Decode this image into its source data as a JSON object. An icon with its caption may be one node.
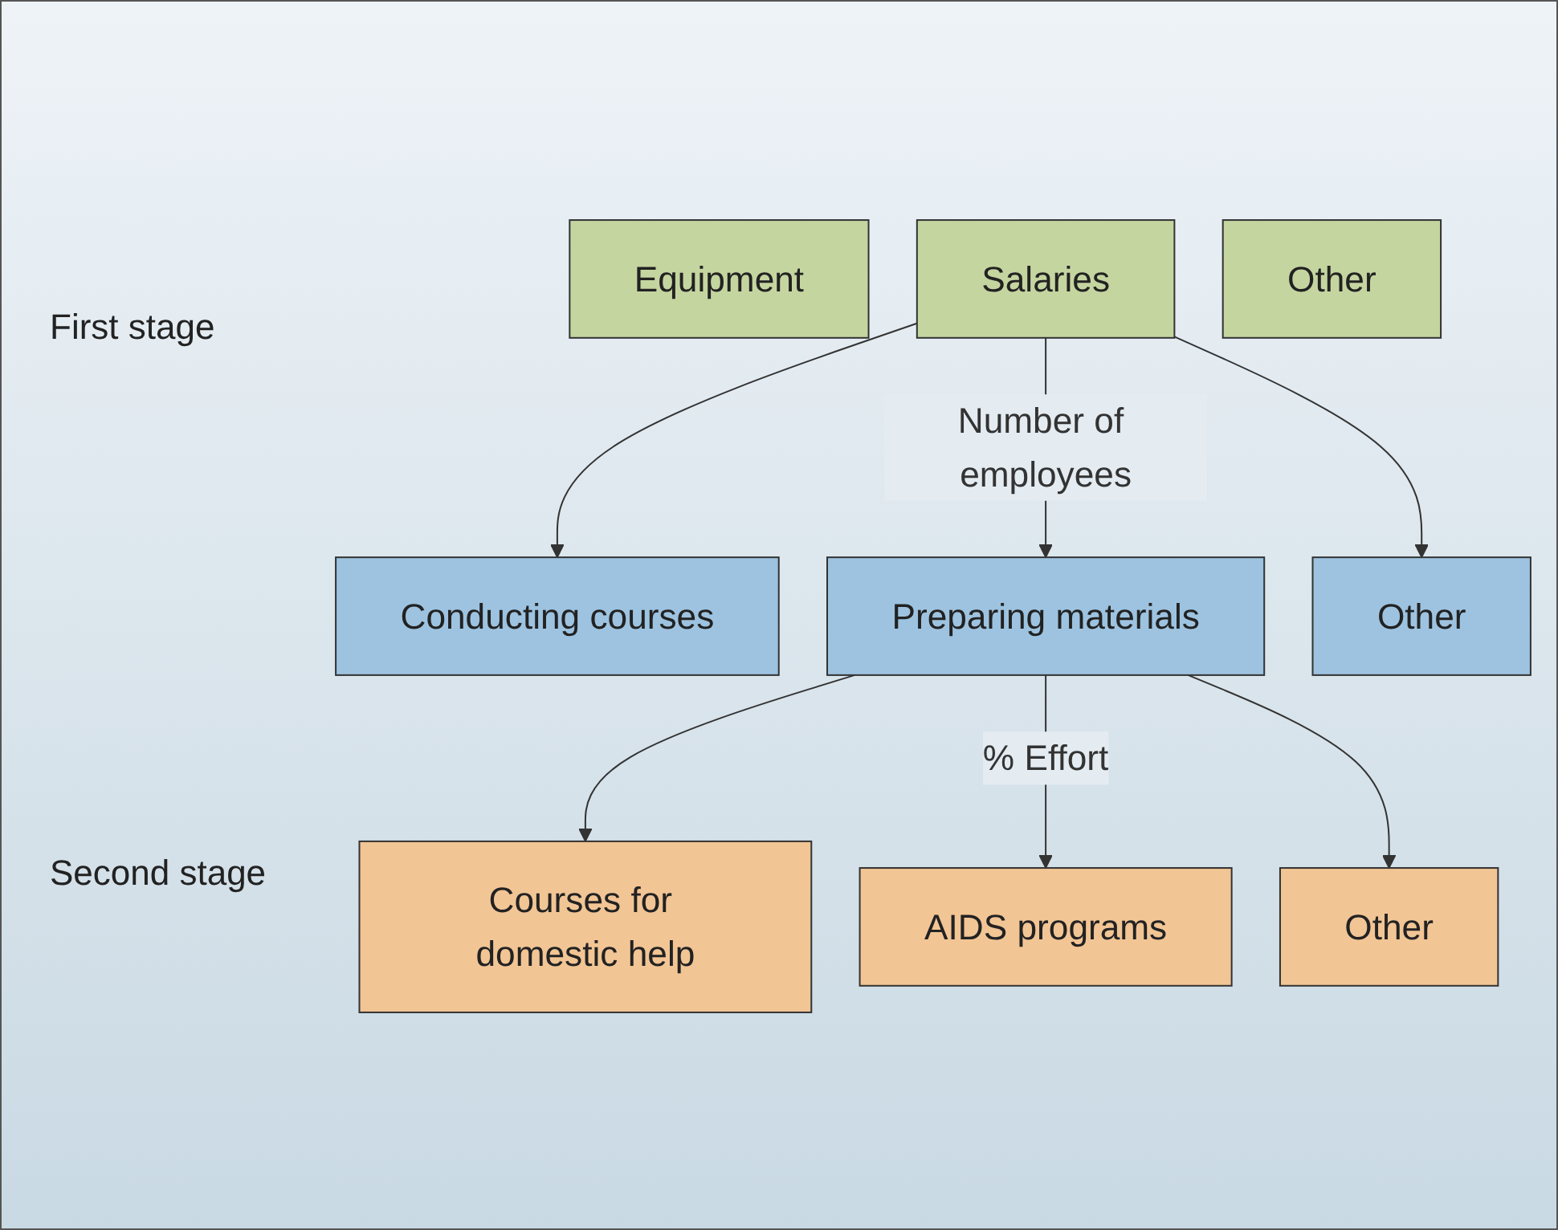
{
  "diagram": {
    "nodes": [
      {
        "text": [
          "Equipment"
        ]
      },
      {
        "text": [
          "Salaries"
        ]
      },
      {
        "text": [
          "Other"
        ]
      },
      {
        "text": [
          "Conducting courses"
        ]
      },
      {
        "text": [
          "Preparing materials"
        ]
      },
      {
        "text": [
          "Other"
        ]
      },
      {
        "text": [
          "Courses for domestic help"
        ]
      },
      {
        "text": [
          "AIDS programs"
        ]
      },
      {
        "text": [
          "Other"
        ]
      }
    ],
    "edges": [
      {
        "from": 1,
        "to": 3,
        "arrow": "to"
      },
      {
        "from": 1,
        "to": 4,
        "arrow": "to",
        "label": "Number of employees"
      },
      {
        "from": 1,
        "to": 5,
        "arrow": "to"
      },
      {
        "from": 4,
        "to": 6,
        "arrow": "to"
      },
      {
        "from": 4,
        "to": 7,
        "arrow": "to",
        "label": "% Effort"
      },
      {
        "from": 4,
        "to": 8,
        "arrow": "to"
      }
    ],
    "labels": [
      "First stage",
      "Second stage"
    ]
  }
}
